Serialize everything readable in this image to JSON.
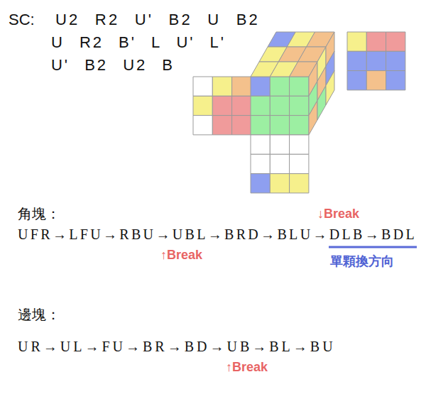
{
  "diagram": {
    "labels": [
      "SC:",
      "U2 R2 U' B2 U B2",
      "U R2 B' L U' L'",
      "U' B2 U2 B",
      "角塊：",
      "↓Break",
      "UFR→LFU→RBU→UBL→BRD→BLU→DLB→BDL",
      "↑Break",
      "單顆換方向",
      "邊塊：",
      "UR→UL→FU→BR→BD→UB→BL→BU",
      "↑Break"
    ]
  }
}
